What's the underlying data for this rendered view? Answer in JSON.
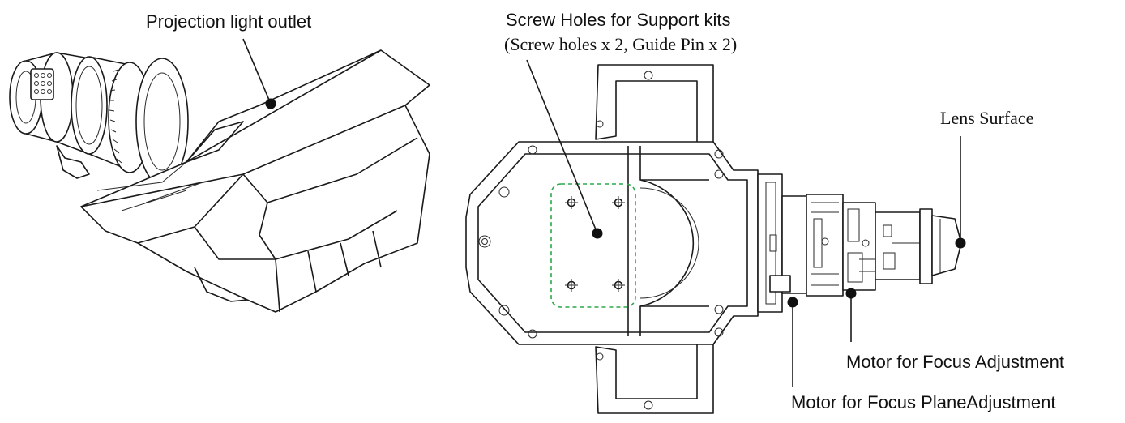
{
  "labels": {
    "projection_outlet": "Projection light outlet",
    "screw_holes_title": "Screw Holes for Support kits",
    "screw_holes_sub": "(Screw holes x 2, Guide Pin x 2)",
    "lens_surface": "Lens Surface",
    "motor_focus": "Motor for Focus Adjustment",
    "motor_focus_plane": "Motor for Focus PlaneAdjustment"
  },
  "colors": {
    "line": "#1a1a1a",
    "highlight_box": "#2aa84a"
  }
}
